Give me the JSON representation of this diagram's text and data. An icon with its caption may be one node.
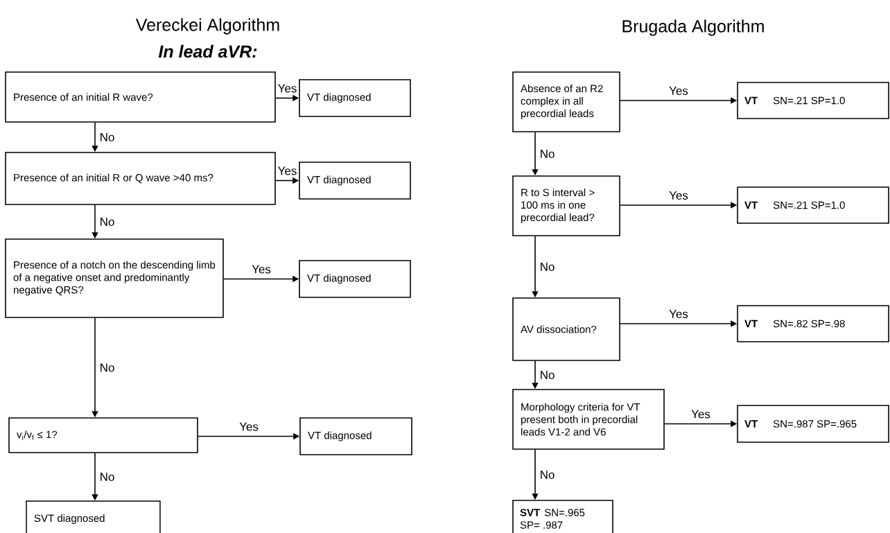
{
  "diagram": {
    "nodes": [
      {
        "text": [
          "Presence of an initial R wave?"
        ]
      },
      {
        "text": [
          "VT diagnosed"
        ]
      },
      {
        "text": [
          "Presence of an initial R or Q wave >40 ms?"
        ]
      },
      {
        "text": [
          "VT diagnosed"
        ]
      },
      {
        "text": [
          "Presence of a notch on the descending limb of a negative onset and predominantly negative QRS?"
        ]
      },
      {
        "text": [
          "VT diagnosed"
        ]
      },
      {
        "text": [
          "v$_{i}$/v$_{t}$ ≤ 1?"
        ]
      },
      {
        "text": [
          "VT diagnosed"
        ]
      },
      {
        "text": [
          "SVT diagnosed"
        ]
      },
      {
        "text": [
          "Absence of an R2 complex in all precordial leads"
        ]
      },
      {
        "text": [
          "VT",
          "SN=.21 SP=1.0"
        ]
      },
      {
        "text": [
          "R to S interval > 100 ms in one precordial lead?"
        ]
      },
      {
        "text": [
          "VT",
          "SN=.21 SP=1.0"
        ]
      },
      {
        "text": [
          "AV dissociation?"
        ]
      },
      {
        "text": [
          "VT",
          "SN=.82 SP=.98"
        ]
      },
      {
        "text": [
          "Morphology criteria for VT present both in precordial leads V1-2 and V6"
        ]
      },
      {
        "text": [
          "VT",
          "SN=.987 SP=.965"
        ]
      },
      {
        "text": [
          "SVT",
          "SN=.965 SP= .987"
        ]
      }
    ],
    "edges": [
      {
        "from": 0,
        "to": 1,
        "arrow": "to",
        "label": "Yes"
      },
      {
        "from": 0,
        "to": 2,
        "arrow": "to",
        "label": "No"
      },
      {
        "from": 2,
        "to": 3,
        "arrow": "to",
        "label": "Yes"
      },
      {
        "from": 2,
        "to": 4,
        "arrow": "to",
        "label": "No"
      },
      {
        "from": 4,
        "to": 5,
        "arrow": "to",
        "label": "Yes"
      },
      {
        "from": 4,
        "to": 6,
        "arrow": "to",
        "label": "No"
      },
      {
        "from": 6,
        "to": 7,
        "arrow": "to",
        "label": "Yes"
      },
      {
        "from": 6,
        "to": 8,
        "arrow": "to",
        "label": "No"
      },
      {
        "from": 9,
        "to": 10,
        "arrow": "to",
        "label": "Yes"
      },
      {
        "from": 9,
        "to": 11,
        "arrow": "to",
        "label": "No"
      },
      {
        "from": 11,
        "to": 12,
        "arrow": "to",
        "label": "Yes"
      },
      {
        "from": 11,
        "to": 13,
        "arrow": "to",
        "label": "No"
      },
      {
        "from": 13,
        "to": 14,
        "arrow": "to",
        "label": "Yes"
      },
      {
        "from": 13,
        "to": 15,
        "arrow": "to",
        "label": "No"
      },
      {
        "from": 15,
        "to": 16,
        "arrow": "to",
        "label": "Yes"
      },
      {
        "from": 15,
        "to": 17,
        "arrow": "to",
        "label": "No"
      }
    ],
    "labels": [
      "Vereckei Algorithm",
      "In lead aVR:",
      "Brugada Algorithm"
    ]
  }
}
